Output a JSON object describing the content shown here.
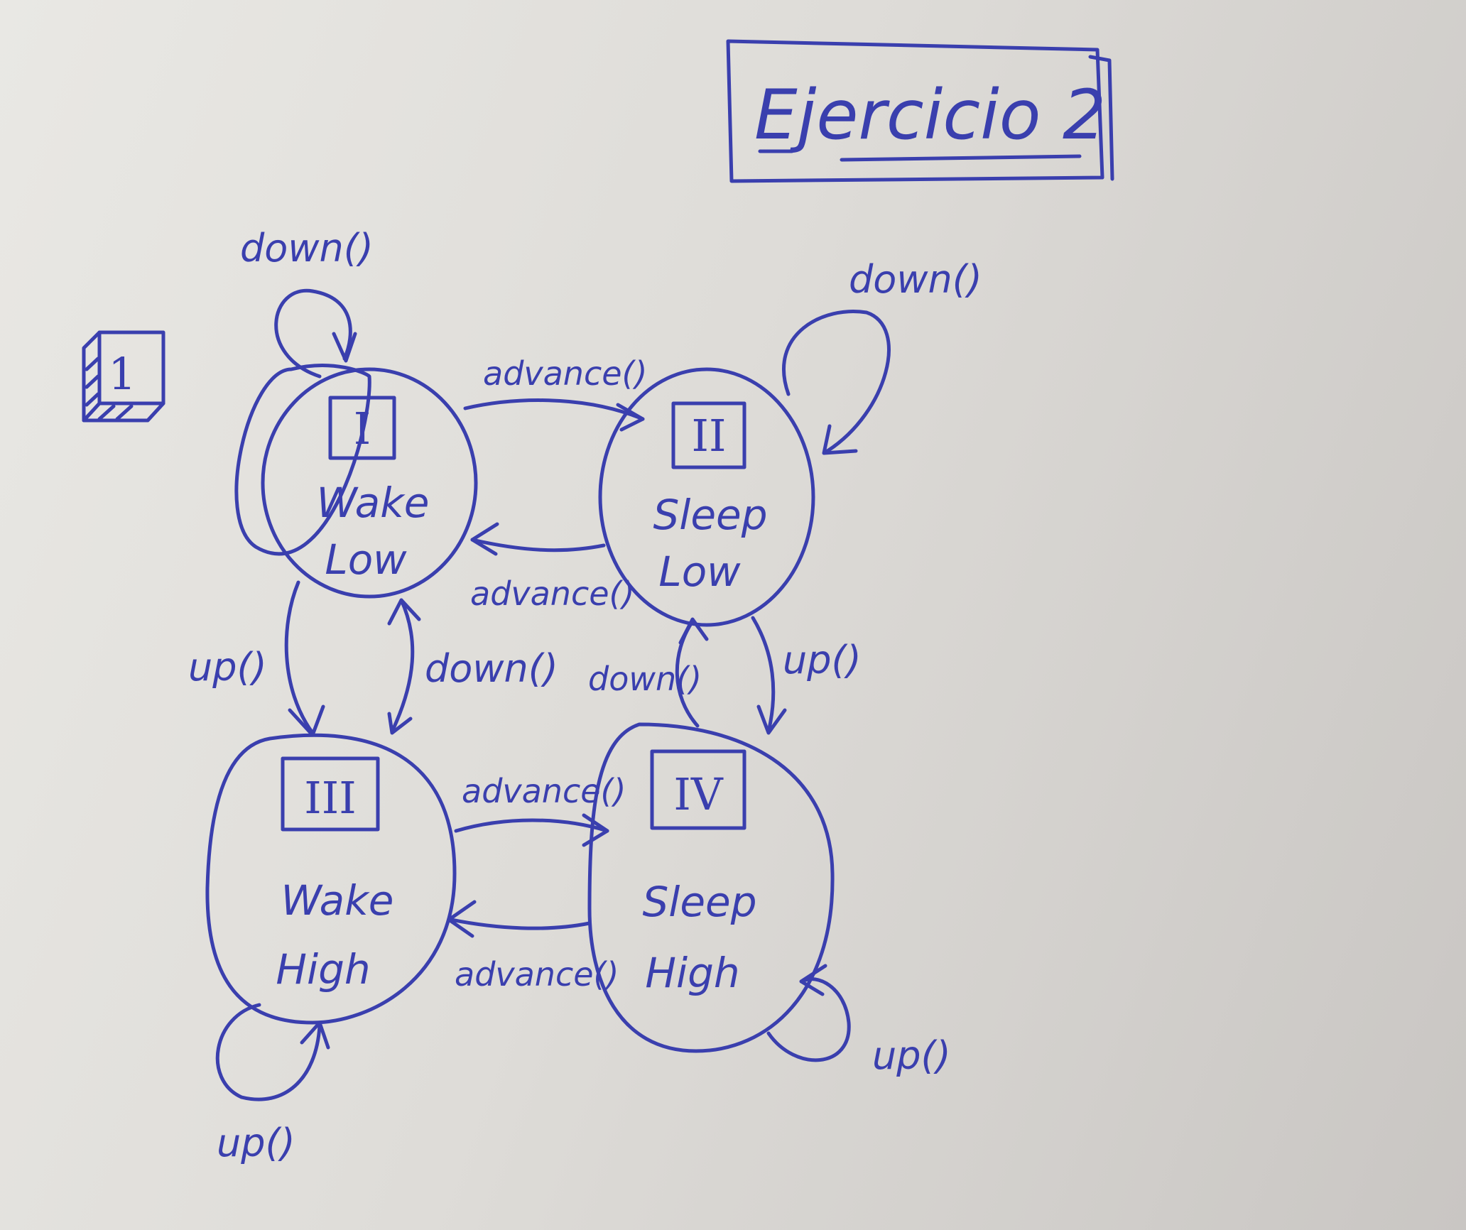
{
  "title": "Ejercicio 2",
  "initial_marker": "1",
  "states": [
    {
      "id": "I",
      "numeral": "I",
      "line1": "Wake",
      "line2": "Low"
    },
    {
      "id": "II",
      "numeral": "II",
      "line1": "Sleep",
      "line2": "Low"
    },
    {
      "id": "III",
      "numeral": "III",
      "line1": "Wake",
      "line2": "High"
    },
    {
      "id": "IV",
      "numeral": "IV",
      "line1": "Sleep",
      "line2": "High"
    }
  ],
  "transitions": [
    {
      "from": "I",
      "to": "I",
      "label": "down()"
    },
    {
      "from": "II",
      "to": "II",
      "label": "down()"
    },
    {
      "from": "I",
      "to": "II",
      "label": "advance()"
    },
    {
      "from": "II",
      "to": "I",
      "label": "advance()"
    },
    {
      "from": "I",
      "to": "III",
      "label": "up()"
    },
    {
      "from": "III",
      "to": "I",
      "label": "down()"
    },
    {
      "from": "IV",
      "to": "II",
      "label": "down()"
    },
    {
      "from": "II",
      "to": "IV",
      "label": "up()"
    },
    {
      "from": "III",
      "to": "IV",
      "label": "advance()"
    },
    {
      "from": "IV",
      "to": "III",
      "label": "advance()"
    },
    {
      "from": "III",
      "to": "III",
      "label": "up()"
    },
    {
      "from": "IV",
      "to": "IV",
      "label": "up()"
    }
  ]
}
